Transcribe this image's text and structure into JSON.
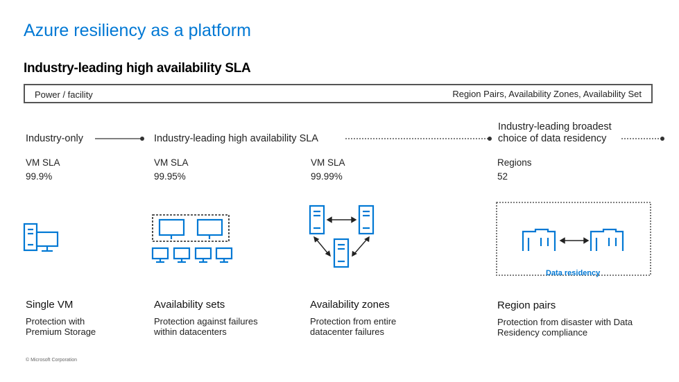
{
  "slide": {
    "title": "Azure resiliency as a platform",
    "subtitle": "Industry-leading high availability SLA"
  },
  "bar": {
    "left_label": "Power / facility",
    "right_label": "Region Pairs, Availability Zones, Availability Set"
  },
  "categories": {
    "industry_only": "Industry-only",
    "industry_leading": "Industry-leading high availability SLA",
    "broadest_line1": "Industry-leading broadest",
    "broadest_line2": "choice of data residency"
  },
  "columns": [
    {
      "metric_label": "VM SLA",
      "metric_value": "99.9%",
      "name": "Single VM",
      "description": "Protection with Premium Storage"
    },
    {
      "metric_label": "VM SLA",
      "metric_value": "99.95%",
      "name": "Availability sets",
      "description": "Protection against failures within datacenters"
    },
    {
      "metric_label": "VM SLA",
      "metric_value": "99.99%",
      "name": "Availability zones",
      "description": "Protection from entire datacenter failures"
    },
    {
      "metric_label": "Regions",
      "metric_value": "52",
      "name": "Region pairs",
      "description": "Protection from disaster with Data Residency compliance"
    }
  ],
  "data_residency_label": "Data residency",
  "footer": "© Microsoft Corporation",
  "colors": {
    "accent": "#0078d4",
    "line": "#333333"
  },
  "icons": [
    "server-pc-icon",
    "vm-monitor-icon",
    "server-icon",
    "datacenter-building-icon",
    "bidirectional-arrow-icon"
  ]
}
